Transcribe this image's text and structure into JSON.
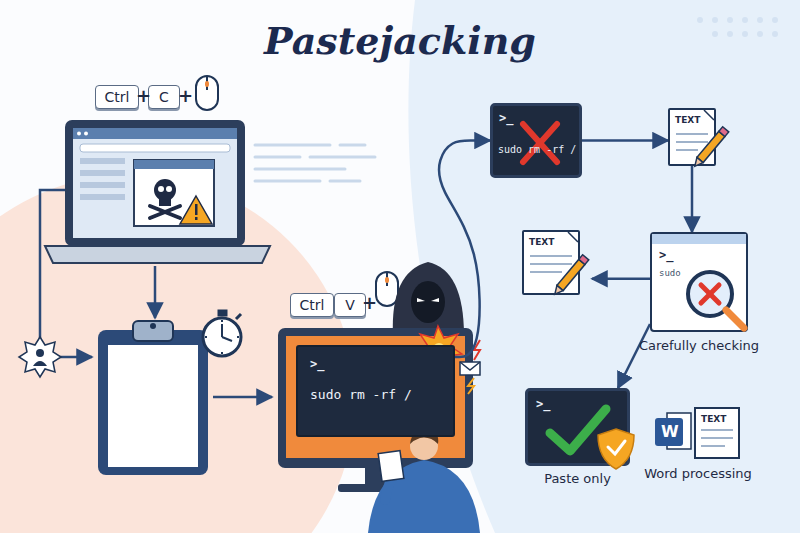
{
  "diagram": {
    "title": "Pastejacking",
    "nodes": [
      {
        "text": [
          "Ctrl"
        ]
      },
      {
        "text": [
          "C"
        ]
      },
      {
        "text": [
          ">_",
          "sudo rm -rf /"
        ]
      },
      {
        "text": [
          "TEXT"
        ]
      },
      {
        "text": [
          ">_",
          "sudo",
          "Carefully checking"
        ]
      },
      {
        "text": [
          "TEXT"
        ]
      },
      {
        "text": [
          "Ctrl"
        ]
      },
      {
        "text": [
          "V"
        ]
      },
      {
        "text": [
          ">_",
          "sudo rm -rf /"
        ]
      },
      {
        "text": [
          ">_",
          "Paste only"
        ]
      },
      {
        "text": [
          "W",
          "TEXT",
          "Word processing"
        ]
      }
    ],
    "edges": [
      {
        "from": 8,
        "to": 2,
        "arrow": "to"
      },
      {
        "from": 2,
        "to": 3,
        "arrow": "to"
      },
      {
        "from": 3,
        "to": 4,
        "arrow": "to"
      },
      {
        "from": 4,
        "to": 5,
        "arrow": "to"
      },
      {
        "from": 4,
        "to": 9,
        "arrow": "to"
      }
    ],
    "labels": [
      "+",
      "+",
      "+"
    ]
  }
}
